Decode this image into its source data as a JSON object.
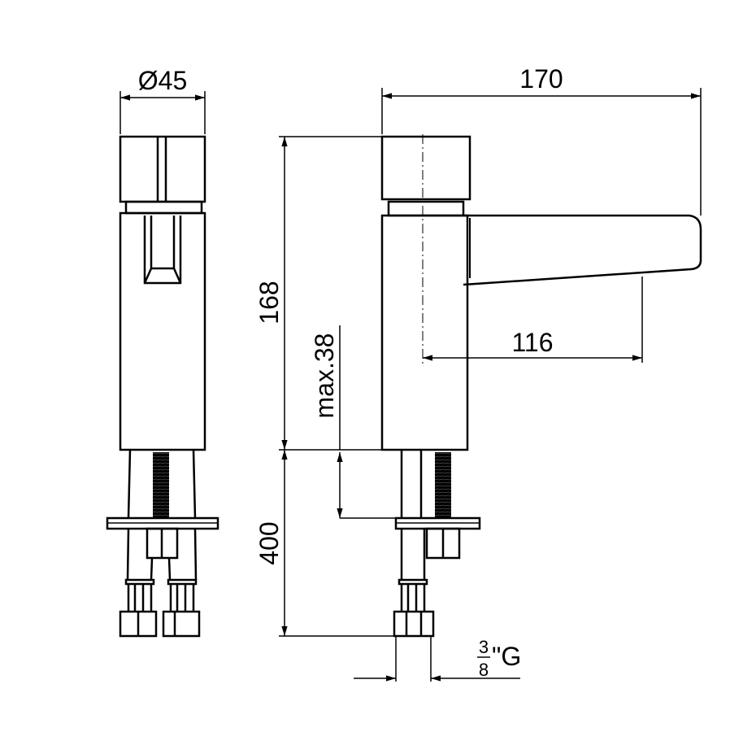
{
  "dimensions": {
    "diameter": "Ø45",
    "total_length": "170",
    "height": "168",
    "max_thickness": "max.38",
    "spout_reach": "116",
    "hose_length": "400",
    "thread_num": "3",
    "thread_den": "8",
    "thread_suffix": "\"G"
  },
  "colors": {
    "line": "#000000",
    "background": "#ffffff"
  }
}
